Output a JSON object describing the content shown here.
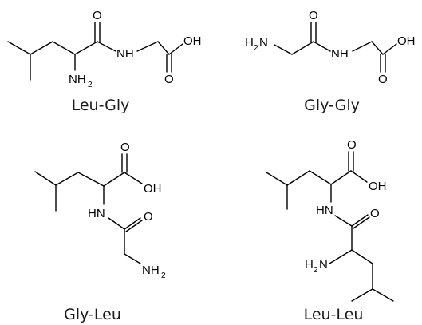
{
  "molecules": [
    {
      "name": "Leu-Gly"
    },
    {
      "name": "Gly-Gly"
    },
    {
      "name": "Gly-Leu"
    },
    {
      "name": "Leu-Leu"
    }
  ],
  "atoms": {
    "oxygen": "O",
    "nh": "NH",
    "hn": "HN",
    "oh": "OH",
    "nh2_base": "NH",
    "h2n_base": "H",
    "h2n_tail": "N",
    "subscript_2": "2"
  }
}
